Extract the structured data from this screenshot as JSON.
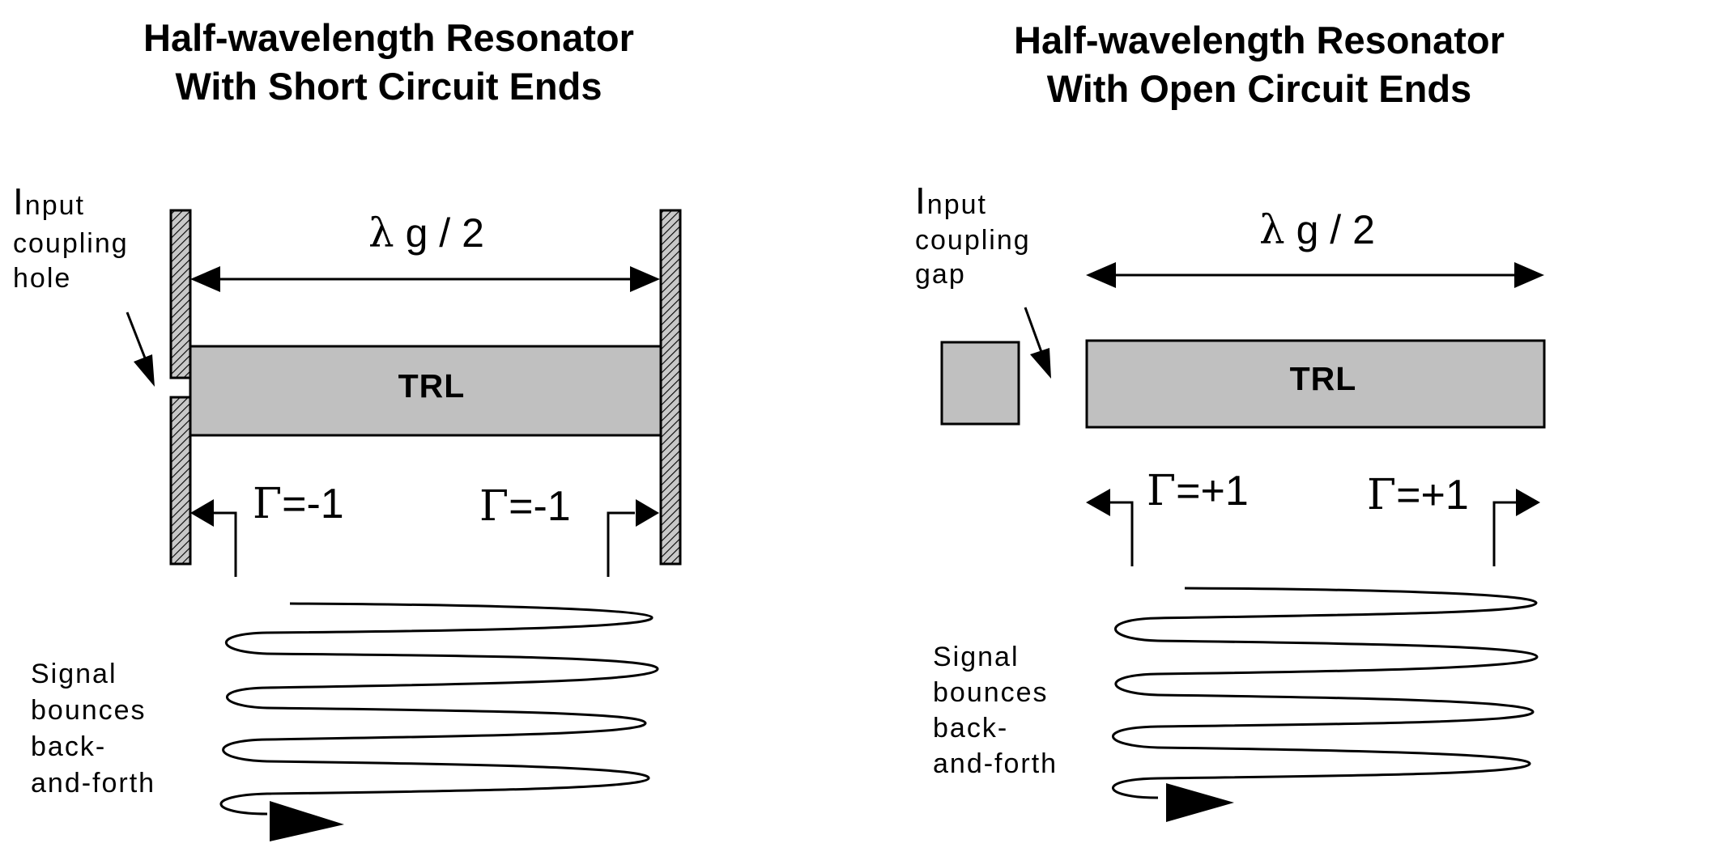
{
  "left": {
    "title_line1": "Half-wavelength Resonator",
    "title_line2": "With Short Circuit Ends",
    "length_lambda": "λ",
    "length_rest": " g / 2",
    "input_label_first": "I",
    "input_label_rest": "nput",
    "input_label_line2": "coupling",
    "input_label_line3": "hole",
    "line_label": "TRL",
    "gamma_symbol": "Γ",
    "gamma_left_value": "=-1",
    "gamma_right_value": "=-1",
    "signal_line1": "Signal",
    "signal_line2": "bounces",
    "signal_line3": "back-",
    "signal_line4": "and-forth"
  },
  "right": {
    "title_line1": "Half-wavelength Resonator",
    "title_line2": "With Open Circuit Ends",
    "length_lambda": "λ",
    "length_rest": " g / 2",
    "input_label_first": "I",
    "input_label_rest": "nput",
    "input_label_line2": "coupling",
    "input_label_line3": "gap",
    "line_label": "TRL",
    "gamma_symbol": "Γ",
    "gamma_left_value": "=+1",
    "gamma_right_value": "=+1",
    "signal_line1": "Signal",
    "signal_line2": "bounces",
    "signal_line3": "back-",
    "signal_line4": "and-forth"
  },
  "colors": {
    "line_fill": "#c0c0c0",
    "wall_fill": "#c0c0c0",
    "ink": "#000000"
  }
}
